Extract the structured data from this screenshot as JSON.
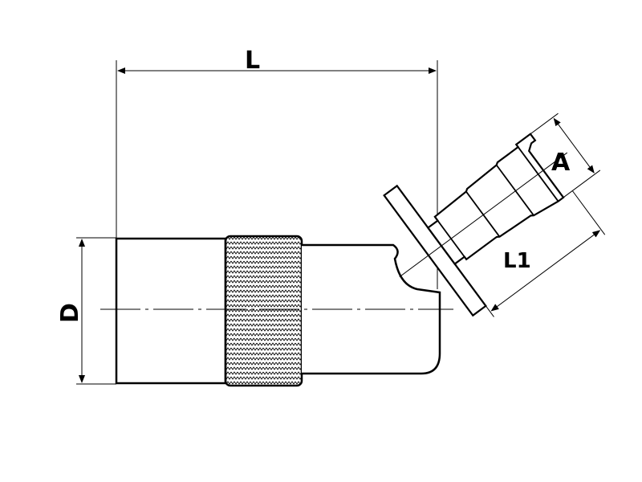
{
  "dimensions": {
    "length": "L",
    "diameter": "D",
    "hose_size": "A",
    "barb_length": "L1"
  },
  "colors": {
    "line": "#000000",
    "background": "#ffffff"
  }
}
